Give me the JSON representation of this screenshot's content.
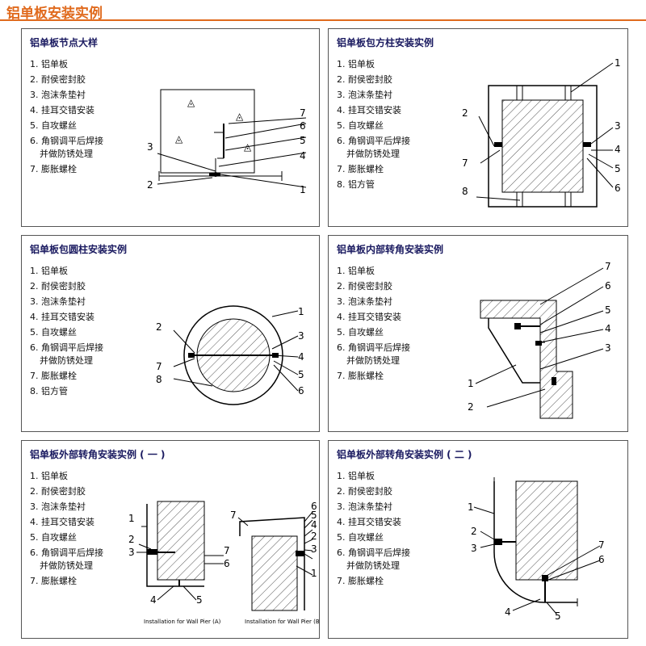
{
  "page_title": "铝单板安装实例",
  "panels": [
    {
      "title": "铝单板节点大样",
      "legend": [
        "1. 铝单板",
        "2. 耐侯密封胶",
        "3. 泡沫条垫衬",
        "4. 挂耳交错安装",
        "5. 自攻螺丝",
        "6. 角钢调平后焊接",
        "并做防锈处理",
        "7. 膨胀螺栓"
      ],
      "callouts": [
        "7",
        "6",
        "5",
        "4",
        "1",
        "3",
        "2"
      ]
    },
    {
      "title": "铝单板包方柱安装实例",
      "legend": [
        "1. 铝单板",
        "2. 耐侯密封胶",
        "3. 泡沫条垫衬",
        "4. 挂耳交错安装",
        "5. 自攻螺丝",
        "6. 角钢调平后焊接",
        "并做防锈处理",
        "7. 膨胀螺栓",
        "8. 铝方管"
      ],
      "callouts": [
        "1",
        "2",
        "7",
        "8",
        "3",
        "4",
        "5",
        "6"
      ]
    },
    {
      "title": "铝单板包圆柱安装实例",
      "legend": [
        "1. 铝单板",
        "2. 耐侯密封胶",
        "3. 泡沫条垫衬",
        "4. 挂耳交错安装",
        "5. 自攻螺丝",
        "6. 角钢调平后焊接",
        "并做防锈处理",
        "7. 膨胀螺栓",
        "8. 铝方管"
      ],
      "callouts": [
        "1",
        "2",
        "3",
        "4",
        "7",
        "8",
        "5",
        "6"
      ]
    },
    {
      "title": "铝单板内部转角安装实例",
      "legend": [
        "1. 铝单板",
        "2. 耐侯密封胶",
        "3. 泡沫条垫衬",
        "4. 挂耳交错安装",
        "5. 自攻螺丝",
        "6. 角钢调平后焊接",
        "并做防锈处理",
        "7. 膨胀螺栓"
      ],
      "callouts": [
        "7",
        "6",
        "5",
        "4",
        "3",
        "1",
        "2"
      ]
    },
    {
      "title": "铝单板外部转角安装实例 ( 一 )",
      "legend": [
        "1. 铝单板",
        "2. 耐侯密封胶",
        "3. 泡沫条垫衬",
        "4. 挂耳交错安装",
        "5. 自攻螺丝",
        "6. 角钢调平后焊接",
        "并做防锈处理",
        "7. 膨胀螺栓"
      ],
      "callouts": [
        "1",
        "2",
        "3",
        "7",
        "6",
        "4",
        "5",
        "7",
        "6",
        "5",
        "4",
        "2",
        "3",
        "1"
      ],
      "captions": [
        "Installation for Wall Pier (A)",
        "Installation for Wall Pier (B)"
      ]
    },
    {
      "title": "铝单板外部转角安装实例 ( 二 )",
      "legend": [
        "1. 铝单板",
        "2. 耐侯密封胶",
        "3. 泡沫条垫衬",
        "4. 挂耳交错安装",
        "5. 自攻螺丝",
        "6. 角钢调平后焊接",
        "并做防锈处理",
        "7. 膨胀螺栓"
      ],
      "callouts": [
        "1",
        "2",
        "3",
        "7",
        "6",
        "4",
        "5"
      ]
    }
  ]
}
